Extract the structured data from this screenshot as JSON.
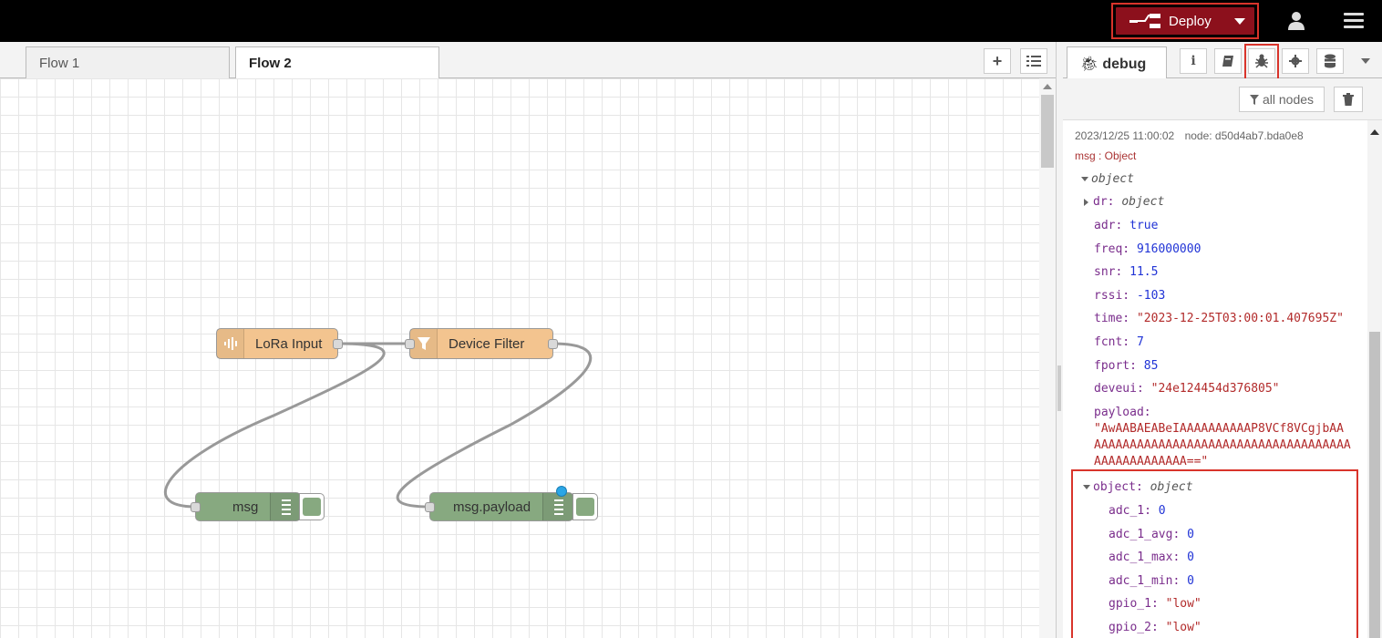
{
  "header": {
    "deploy_label": "Deploy"
  },
  "workspace": {
    "tabs": [
      {
        "label": "Flow 1"
      },
      {
        "label": "Flow 2"
      }
    ],
    "add_icon": "plus-icon",
    "list_icon": "list-icon"
  },
  "nodes": {
    "lora": {
      "label": "LoRa Input",
      "color": "#f3c48f"
    },
    "filter": {
      "label": "Device Filter",
      "color": "#f3c48f"
    },
    "debug1": {
      "label": "msg",
      "color": "#87a980"
    },
    "debug2": {
      "label": "msg.payload",
      "color": "#87a980"
    }
  },
  "sidebar": {
    "active_tab": "debug",
    "filter_label": "all nodes",
    "message": {
      "timestamp": "2023/12/25 11:00:02",
      "node": "node: d50d4ab7.bda0e8",
      "topic": "msg : Object",
      "root_type": "object",
      "dr_key": "dr:",
      "dr_type": "object",
      "fields": [
        {
          "key": "adr:",
          "value": "true",
          "kind": "bool"
        },
        {
          "key": "freq:",
          "value": "916000000",
          "kind": "num"
        },
        {
          "key": "snr:",
          "value": "11.5",
          "kind": "num"
        },
        {
          "key": "rssi:",
          "value": "-103",
          "kind": "num"
        },
        {
          "key": "time:",
          "value": "\"2023-12-25T03:00:01.407695Z\"",
          "kind": "str"
        },
        {
          "key": "fcnt:",
          "value": "7",
          "kind": "num"
        },
        {
          "key": "fport:",
          "value": "85",
          "kind": "num"
        },
        {
          "key": "deveui:",
          "value": "\"24e124454d376805\"",
          "kind": "str"
        }
      ],
      "payload_key": "payload:",
      "payload_lines": [
        "\"AwAABAEABeIAAAAAAAAAAP8VCf8VCgjbAA",
        "AAAAAAAAAAAAAAAAAAAAAAAAAAAAAAAAAAAA",
        "AAAAAAAAAAAAA==\""
      ],
      "object_key": "object:",
      "object_type": "object",
      "object_fields": [
        {
          "key": "adc_1:",
          "value": "0",
          "kind": "num"
        },
        {
          "key": "adc_1_avg:",
          "value": "0",
          "kind": "num"
        },
        {
          "key": "adc_1_max:",
          "value": "0",
          "kind": "num"
        },
        {
          "key": "adc_1_min:",
          "value": "0",
          "kind": "num"
        },
        {
          "key": "gpio_1:",
          "value": "\"low\"",
          "kind": "str"
        },
        {
          "key": "gpio_2:",
          "value": "\"low\"",
          "kind": "str"
        }
      ]
    }
  },
  "colors": {
    "deploy_bg": "#8c101c",
    "highlight": "#d9342b",
    "header_bg": "#000000"
  }
}
